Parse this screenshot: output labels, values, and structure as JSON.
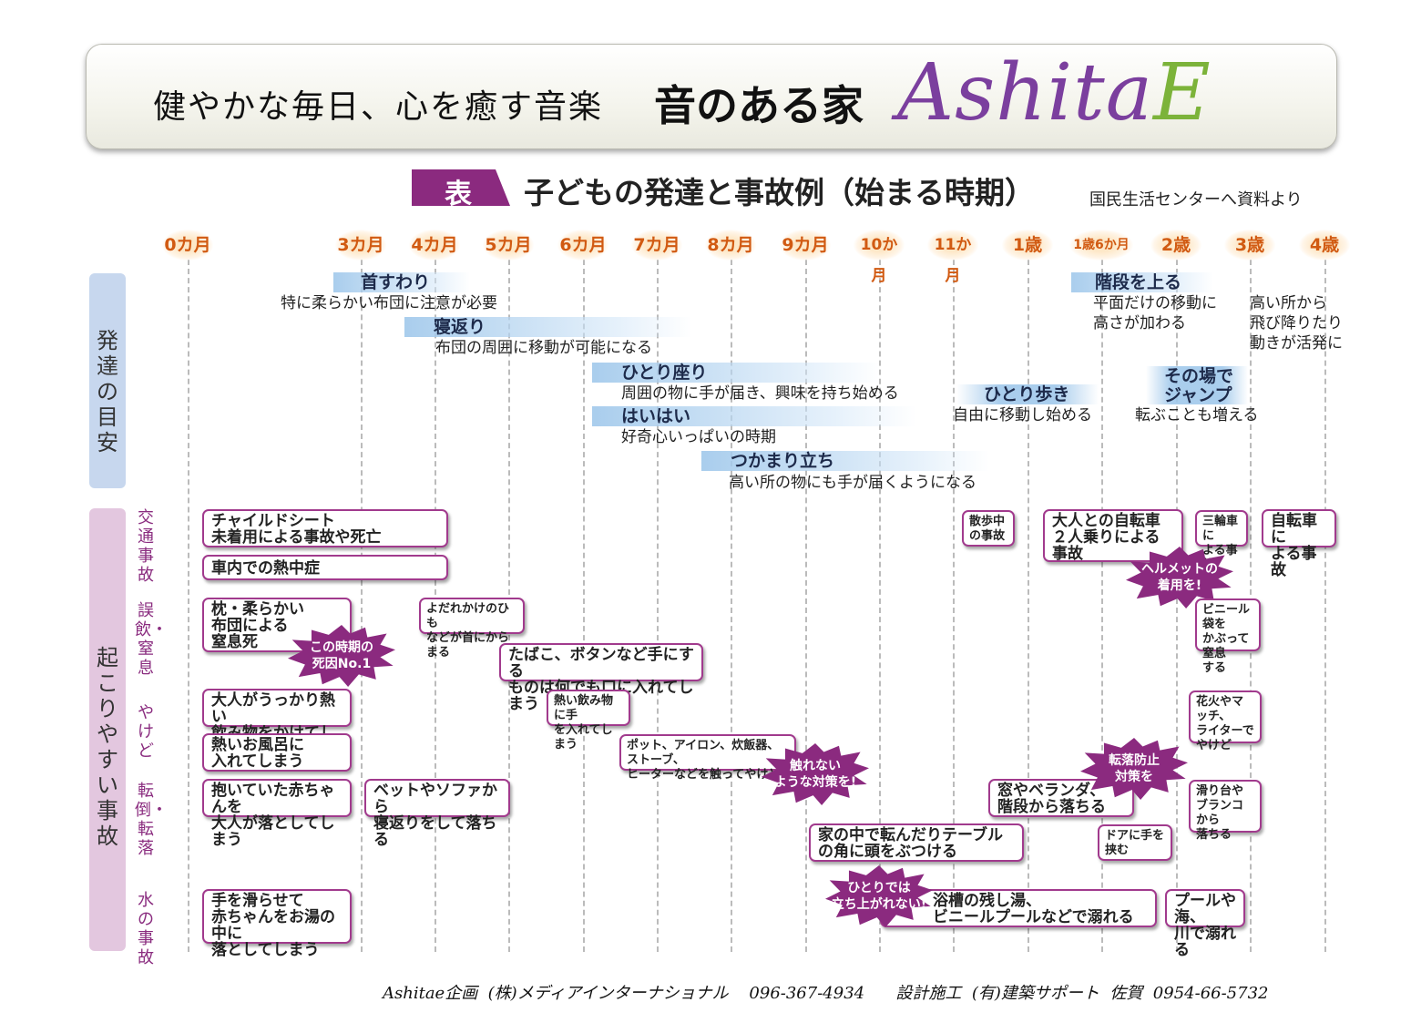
{
  "header": {
    "tagline": "健やかな毎日、心を癒す音楽",
    "brand_jp": "音のある家",
    "logo_main": "Ashita",
    "logo_e": "E"
  },
  "title": {
    "badge": "表",
    "main": "子どもの発達と事故例（始まる時期）",
    "source": "国民生活センターへ資料より"
  },
  "ages": [
    "0カ月",
    "3カ月",
    "4カ月",
    "5カ月",
    "6カ月",
    "7カ月",
    "8カ月",
    "9カ月",
    "10か月",
    "11か月",
    "1歳",
    "1歳6か月",
    "2歳",
    "3歳",
    "4歳"
  ],
  "categories": {
    "development": "発達の目安",
    "accidents": "起こりやすい事故",
    "traffic": "交通事故",
    "choking": "誤飲・窒息",
    "burn": "やけど",
    "fall": "転倒・転落",
    "water": "水の事故"
  },
  "development": {
    "neck": {
      "label": "首すわり",
      "desc": "特に柔らかい布団に注意が必要"
    },
    "roll": {
      "label": "寝返り",
      "desc": "布団の周囲に移動が可能になる"
    },
    "sit": {
      "label": "ひとり座り",
      "desc": "周囲の物に手が届き、興味を持ち始める"
    },
    "crawl": {
      "label": "はいはい",
      "desc": "好奇心いっぱいの時期"
    },
    "stand": {
      "label": "つかまり立ち",
      "desc": "高い所の物にも手が届くようになる"
    },
    "walk": {
      "label": "ひとり歩き",
      "desc": "自由に移動し始める"
    },
    "stairs": {
      "label": "階段を上る",
      "desc1": "平面だけの移動に",
      "desc2": "高さが加わる"
    },
    "jump": {
      "label1": "その場で",
      "label2": "ジャンプ",
      "desc": "転ぶことも増える"
    },
    "high": {
      "line1": "高い所から",
      "line2": "飛び降りたり",
      "line3": "動きが活発に"
    }
  },
  "accidents": {
    "car_seat": "チャイルドシート\n未着用による事故や死亡",
    "car_heat": "車内での熱中症",
    "walk_acc": "散歩中\nの事故",
    "bike_two": "大人との自転車\n２人乗りによる\n事故",
    "tricycle": "三輪車に\nよる事故",
    "bicycle": "自転車に\nよる事故",
    "pillow": "枕・柔らかい\n布団による\n窒息死",
    "bib": "よだれかけのひも\nなどが首にからまる",
    "tobacco": "たばこ、ボタンなど手にする\nものは何でも口に入れてしまう",
    "plastic": "ビニール袋を\nかぶって窒息\nする",
    "hot_drink_adult": "大人がうっかり熱い\n飲み物をかけてしまう",
    "hot_drink_child": "熱い飲み物に手\nを入れてしまう",
    "fireworks": "花火やマッチ、\nライターで\nやけど",
    "hot_bath": "熱いお風呂に\n入れてしまう",
    "pot": "ポット、アイロン、炊飯器、ストーブ、\nヒーターなどを触ってやけど",
    "drop_baby": "抱いていた赤ちゃんを\n大人が落としてしまう",
    "bed_fall": "ベットやソファから\n寝返りをして落ちる",
    "window_fall": "窓やベランダ、\n階段から落ちる",
    "slide": "滑り台や\nブランコから\n落ちる",
    "table": "家の中で転んだりテーブル\nの角に頭をぶつける",
    "door": "ドアに手を\n挟む",
    "bath_baby": "手を滑らせて\n赤ちゃんをお湯の中に\n落としてしまう",
    "bathtub": "浴槽の残し湯、\nビニールプールなどで溺れる",
    "pool": "プールや海、\n川で溺れる"
  },
  "bursts": {
    "helmet": "ヘルメットの\n着用を!",
    "death": "この時期の\n死因No.1",
    "no_touch": "触れない\nような対策を!",
    "fall_prevent": "転落防止\n対策を",
    "cant_stand": "ひとりでは\n立ち上がれない!"
  },
  "footer": "Ashitae企画  (株)メディアインターナショナル    096-367-4934      設計施工  (有)建築サポート  佐賀  0954-66-5732",
  "colors": {
    "accent": "#8b2a7f",
    "age": "#d15a12",
    "logo": "#7b3f9e",
    "logo_e": "#7cb33a"
  }
}
